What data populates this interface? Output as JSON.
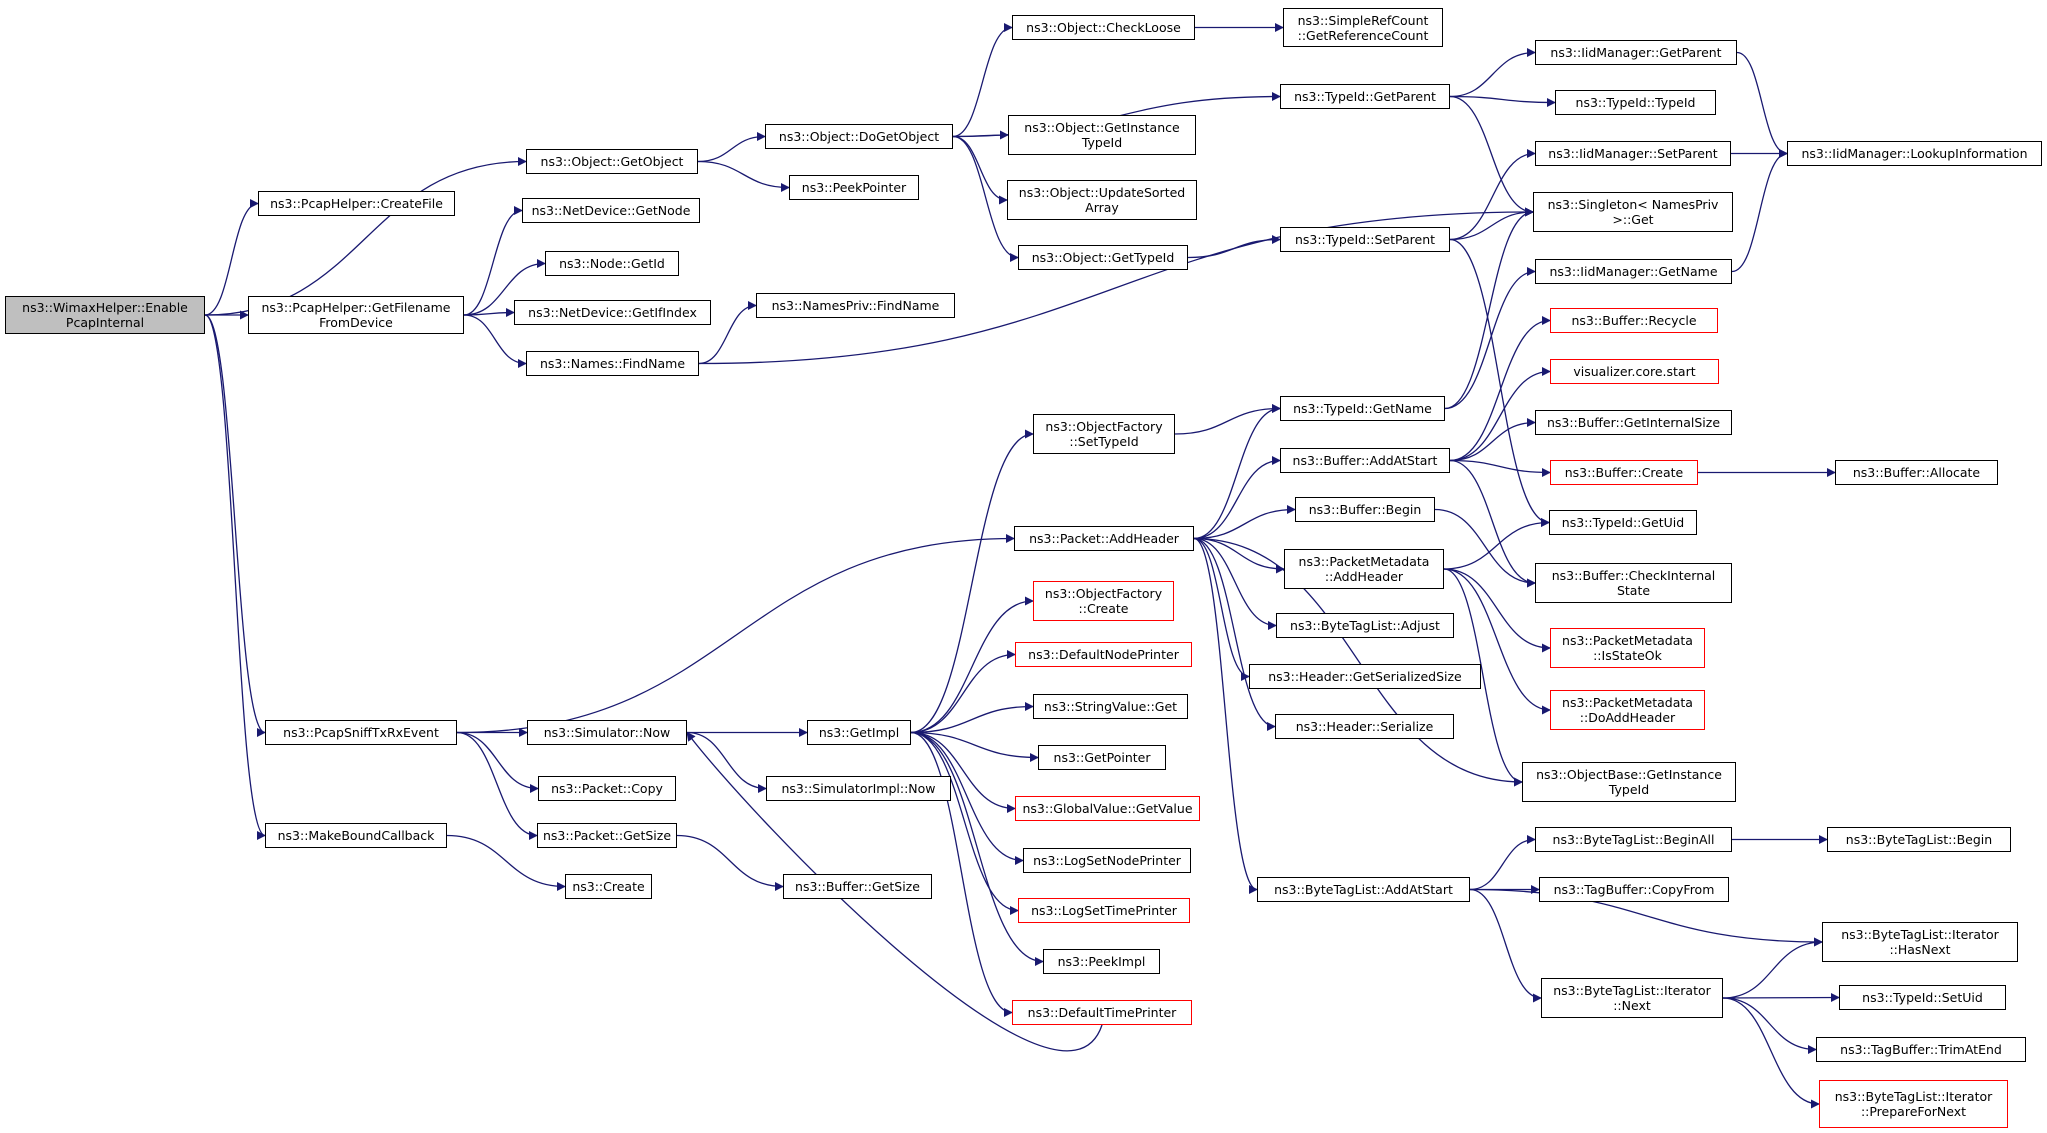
{
  "colors": {
    "edge": "#191970",
    "border": "#000000",
    "truncated_border": "#ff0000",
    "root_fill": "#bfbfbf",
    "node_fill": "#ffffff"
  },
  "nodes": [
    {
      "id": "n0",
      "lines": [
        "ns3::WimaxHelper::Enable",
        "PcapInternal"
      ],
      "style": "root"
    },
    {
      "id": "n1",
      "lines": [
        "ns3::PcapHelper::CreateFile"
      ],
      "style": "normal"
    },
    {
      "id": "n2",
      "lines": [
        "ns3::Object::GetObject"
      ],
      "style": "normal"
    },
    {
      "id": "n3",
      "lines": [
        "ns3::PcapHelper::GetFilename",
        "FromDevice"
      ],
      "style": "normal"
    },
    {
      "id": "n4",
      "lines": [
        "ns3::PcapSniffTxRxEvent"
      ],
      "style": "normal"
    },
    {
      "id": "n5",
      "lines": [
        "ns3::MakeBoundCallback"
      ],
      "style": "normal"
    },
    {
      "id": "n6",
      "lines": [
        "ns3::Object::DoGetObject"
      ],
      "style": "normal"
    },
    {
      "id": "n7",
      "lines": [
        "ns3::PeekPointer"
      ],
      "style": "normal"
    },
    {
      "id": "n8",
      "lines": [
        "ns3::Object::CheckLoose"
      ],
      "style": "normal"
    },
    {
      "id": "n9",
      "lines": [
        "ns3::SimpleRefCount",
        "::GetReferenceCount"
      ],
      "style": "normal"
    },
    {
      "id": "n10",
      "lines": [
        "ns3::TypeId::GetParent"
      ],
      "style": "normal"
    },
    {
      "id": "n11",
      "lines": [
        "ns3::IidManager::GetParent"
      ],
      "style": "normal"
    },
    {
      "id": "n12",
      "lines": [
        "ns3::TypeId::TypeId"
      ],
      "style": "normal"
    },
    {
      "id": "n13",
      "lines": [
        "ns3::IidManager::LookupInformation"
      ],
      "style": "normal"
    },
    {
      "id": "n14",
      "lines": [
        "ns3::Object::GetInstance",
        "TypeId"
      ],
      "style": "normal"
    },
    {
      "id": "n15",
      "lines": [
        "ns3::Object::UpdateSorted",
        "Array"
      ],
      "style": "normal"
    },
    {
      "id": "n16",
      "lines": [
        "ns3::Object::GetTypeId"
      ],
      "style": "normal"
    },
    {
      "id": "n17",
      "lines": [
        "ns3::TypeId::SetParent"
      ],
      "style": "normal"
    },
    {
      "id": "n18",
      "lines": [
        "ns3::IidManager::SetParent"
      ],
      "style": "normal"
    },
    {
      "id": "n19",
      "lines": [
        "ns3::Singleton< NamesPriv",
        ">::Get"
      ],
      "style": "normal"
    },
    {
      "id": "n20",
      "lines": [
        "ns3::IidManager::GetName"
      ],
      "style": "normal"
    },
    {
      "id": "n21",
      "lines": [
        "ns3::NetDevice::GetNode"
      ],
      "style": "normal"
    },
    {
      "id": "n22",
      "lines": [
        "ns3::Node::GetId"
      ],
      "style": "normal"
    },
    {
      "id": "n23",
      "lines": [
        "ns3::NetDevice::GetIfIndex"
      ],
      "style": "normal"
    },
    {
      "id": "n24",
      "lines": [
        "ns3::Names::FindName"
      ],
      "style": "normal"
    },
    {
      "id": "n25",
      "lines": [
        "ns3::NamesPriv::FindName"
      ],
      "style": "normal"
    },
    {
      "id": "n26",
      "lines": [
        "ns3::Buffer::Recycle"
      ],
      "style": "truncated"
    },
    {
      "id": "n27",
      "lines": [
        "visualizer.core.start"
      ],
      "style": "truncated"
    },
    {
      "id": "n28",
      "lines": [
        "ns3::ObjectFactory",
        "::SetTypeId"
      ],
      "style": "normal"
    },
    {
      "id": "n29",
      "lines": [
        "ns3::TypeId::GetName"
      ],
      "style": "normal"
    },
    {
      "id": "n30",
      "lines": [
        "ns3::Buffer::GetInternalSize"
      ],
      "style": "normal"
    },
    {
      "id": "n31",
      "lines": [
        "ns3::Buffer::AddAtStart"
      ],
      "style": "normal"
    },
    {
      "id": "n32",
      "lines": [
        "ns3::Buffer::Create"
      ],
      "style": "truncated"
    },
    {
      "id": "n33",
      "lines": [
        "ns3::Buffer::Allocate"
      ],
      "style": "normal"
    },
    {
      "id": "n34",
      "lines": [
        "ns3::Buffer::Begin"
      ],
      "style": "normal"
    },
    {
      "id": "n35",
      "lines": [
        "ns3::TypeId::GetUid"
      ],
      "style": "normal"
    },
    {
      "id": "n36",
      "lines": [
        "ns3::Packet::AddHeader"
      ],
      "style": "normal"
    },
    {
      "id": "n37",
      "lines": [
        "ns3::PacketMetadata",
        "::AddHeader"
      ],
      "style": "normal"
    },
    {
      "id": "n38",
      "lines": [
        "ns3::Buffer::CheckInternal",
        "State"
      ],
      "style": "normal"
    },
    {
      "id": "n39",
      "lines": [
        "ns3::ObjectFactory",
        "::Create"
      ],
      "style": "truncated"
    },
    {
      "id": "n40",
      "lines": [
        "ns3::ByteTagList::Adjust"
      ],
      "style": "normal"
    },
    {
      "id": "n41",
      "lines": [
        "ns3::PacketMetadata",
        "::IsStateOk"
      ],
      "style": "truncated"
    },
    {
      "id": "n42",
      "lines": [
        "ns3::DefaultNodePrinter"
      ],
      "style": "truncated"
    },
    {
      "id": "n43",
      "lines": [
        "ns3::Header::GetSerializedSize"
      ],
      "style": "normal"
    },
    {
      "id": "n44",
      "lines": [
        "ns3::PacketMetadata",
        "::DoAddHeader"
      ],
      "style": "truncated"
    },
    {
      "id": "n45",
      "lines": [
        "ns3::StringValue::Get"
      ],
      "style": "normal"
    },
    {
      "id": "n46",
      "lines": [
        "ns3::Header::Serialize"
      ],
      "style": "normal"
    },
    {
      "id": "n47",
      "lines": [
        "ns3::Simulator::Now"
      ],
      "style": "normal"
    },
    {
      "id": "n48",
      "lines": [
        "ns3::GetImpl"
      ],
      "style": "normal"
    },
    {
      "id": "n49",
      "lines": [
        "ns3::GetPointer"
      ],
      "style": "normal"
    },
    {
      "id": "n50",
      "lines": [
        "ns3::ObjectBase::GetInstance",
        "TypeId"
      ],
      "style": "normal"
    },
    {
      "id": "n51",
      "lines": [
        "ns3::Packet::Copy"
      ],
      "style": "normal"
    },
    {
      "id": "n52",
      "lines": [
        "ns3::SimulatorImpl::Now"
      ],
      "style": "normal"
    },
    {
      "id": "n53",
      "lines": [
        "ns3::GlobalValue::GetValue"
      ],
      "style": "truncated"
    },
    {
      "id": "n54",
      "lines": [
        "ns3::Packet::GetSize"
      ],
      "style": "normal"
    },
    {
      "id": "n55",
      "lines": [
        "ns3::ByteTagList::BeginAll"
      ],
      "style": "normal"
    },
    {
      "id": "n56",
      "lines": [
        "ns3::ByteTagList::Begin"
      ],
      "style": "normal"
    },
    {
      "id": "n57",
      "lines": [
        "ns3::LogSetNodePrinter"
      ],
      "style": "normal"
    },
    {
      "id": "n58",
      "lines": [
        "ns3::Create"
      ],
      "style": "normal"
    },
    {
      "id": "n59",
      "lines": [
        "ns3::Buffer::GetSize"
      ],
      "style": "normal"
    },
    {
      "id": "n60",
      "lines": [
        "ns3::ByteTagList::AddAtStart"
      ],
      "style": "normal"
    },
    {
      "id": "n61",
      "lines": [
        "ns3::TagBuffer::CopyFrom"
      ],
      "style": "normal"
    },
    {
      "id": "n62",
      "lines": [
        "ns3::LogSetTimePrinter"
      ],
      "style": "truncated"
    },
    {
      "id": "n63",
      "lines": [
        "ns3::ByteTagList::Iterator",
        "::HasNext"
      ],
      "style": "normal"
    },
    {
      "id": "n64",
      "lines": [
        "ns3::PeekImpl"
      ],
      "style": "normal"
    },
    {
      "id": "n65",
      "lines": [
        "ns3::ByteTagList::Iterator",
        "::Next"
      ],
      "style": "normal"
    },
    {
      "id": "n66",
      "lines": [
        "ns3::TypeId::SetUid"
      ],
      "style": "normal"
    },
    {
      "id": "n67",
      "lines": [
        "ns3::DefaultTimePrinter"
      ],
      "style": "truncated"
    },
    {
      "id": "n68",
      "lines": [
        "ns3::TagBuffer::TrimAtEnd"
      ],
      "style": "normal"
    },
    {
      "id": "n69",
      "lines": [
        "ns3::ByteTagList::Iterator",
        "::PrepareForNext"
      ],
      "style": "truncated"
    }
  ],
  "edges": [
    [
      "n0",
      "n1"
    ],
    [
      "n0",
      "n2"
    ],
    [
      "n0",
      "n3"
    ],
    [
      "n0",
      "n4"
    ],
    [
      "n0",
      "n5"
    ],
    [
      "n2",
      "n6"
    ],
    [
      "n2",
      "n7"
    ],
    [
      "n6",
      "n8"
    ],
    [
      "n6",
      "n10"
    ],
    [
      "n6",
      "n14"
    ],
    [
      "n6",
      "n15"
    ],
    [
      "n6",
      "n16"
    ],
    [
      "n8",
      "n9"
    ],
    [
      "n10",
      "n11"
    ],
    [
      "n10",
      "n12"
    ],
    [
      "n10",
      "n19"
    ],
    [
      "n11",
      "n13"
    ],
    [
      "n16",
      "n17"
    ],
    [
      "n17",
      "n18"
    ],
    [
      "n17",
      "n19"
    ],
    [
      "n17",
      "n35"
    ],
    [
      "n18",
      "n13"
    ],
    [
      "n20",
      "n13"
    ],
    [
      "n3",
      "n21"
    ],
    [
      "n3",
      "n22"
    ],
    [
      "n3",
      "n23"
    ],
    [
      "n3",
      "n24"
    ],
    [
      "n24",
      "n25"
    ],
    [
      "n24",
      "n19"
    ],
    [
      "n4",
      "n36"
    ],
    [
      "n4",
      "n47"
    ],
    [
      "n4",
      "n51"
    ],
    [
      "n4",
      "n54"
    ],
    [
      "n5",
      "n58"
    ],
    [
      "n36",
      "n29"
    ],
    [
      "n36",
      "n31"
    ],
    [
      "n36",
      "n34"
    ],
    [
      "n36",
      "n37"
    ],
    [
      "n36",
      "n40"
    ],
    [
      "n36",
      "n43"
    ],
    [
      "n36",
      "n46"
    ],
    [
      "n36",
      "n50"
    ],
    [
      "n36",
      "n60"
    ],
    [
      "n29",
      "n20"
    ],
    [
      "n29",
      "n19"
    ],
    [
      "n31",
      "n26"
    ],
    [
      "n31",
      "n27"
    ],
    [
      "n31",
      "n30"
    ],
    [
      "n31",
      "n32"
    ],
    [
      "n31",
      "n38"
    ],
    [
      "n32",
      "n33"
    ],
    [
      "n34",
      "n38"
    ],
    [
      "n37",
      "n35"
    ],
    [
      "n37",
      "n41"
    ],
    [
      "n37",
      "n44"
    ],
    [
      "n37",
      "n50"
    ],
    [
      "n47",
      "n48"
    ],
    [
      "n47",
      "n52"
    ],
    [
      "n48",
      "n28"
    ],
    [
      "n48",
      "n39"
    ],
    [
      "n48",
      "n42"
    ],
    [
      "n48",
      "n45"
    ],
    [
      "n48",
      "n49"
    ],
    [
      "n48",
      "n53"
    ],
    [
      "n48",
      "n57"
    ],
    [
      "n48",
      "n62"
    ],
    [
      "n48",
      "n64"
    ],
    [
      "n48",
      "n67"
    ],
    [
      "n28",
      "n29"
    ],
    [
      "n67",
      "n47"
    ],
    [
      "n54",
      "n59"
    ],
    [
      "n60",
      "n55"
    ],
    [
      "n60",
      "n61"
    ],
    [
      "n60",
      "n63"
    ],
    [
      "n60",
      "n65"
    ],
    [
      "n55",
      "n56"
    ],
    [
      "n65",
      "n63"
    ],
    [
      "n65",
      "n66"
    ],
    [
      "n65",
      "n68"
    ],
    [
      "n65",
      "n69"
    ]
  ]
}
